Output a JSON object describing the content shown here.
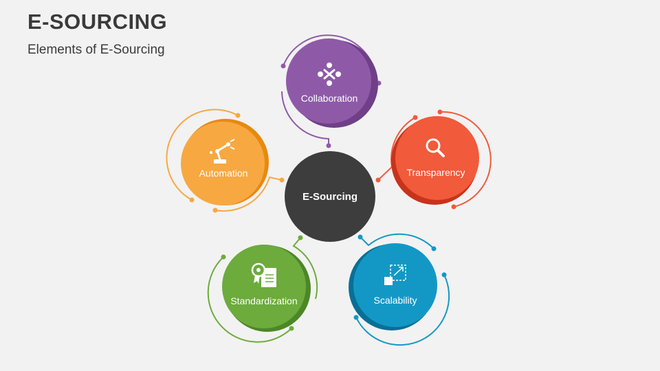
{
  "header": {
    "title": "E-SOURCING",
    "subtitle": "Elements of E-Sourcing"
  },
  "center": {
    "label": "E-Sourcing",
    "color": "#3d3d3d"
  },
  "nodes": [
    {
      "id": "collaboration",
      "label": "Collaboration",
      "icon": "collaboration-icon",
      "color": "#8e5aa8",
      "shade": "#6f3f88"
    },
    {
      "id": "transparency",
      "label": "Transparency",
      "icon": "magnifier-icon",
      "color": "#f15a3a",
      "shade": "#c8331b"
    },
    {
      "id": "scalability",
      "label": "Scalability",
      "icon": "scale-arrow-icon",
      "color": "#1398c6",
      "shade": "#0a6f96"
    },
    {
      "id": "standardization",
      "label": "Standardization",
      "icon": "certificate-icon",
      "color": "#6cab3c",
      "shade": "#4c8726"
    },
    {
      "id": "automation",
      "label": "Automation",
      "icon": "robot-arm-icon",
      "color": "#f7a841",
      "shade": "#e8890f"
    }
  ]
}
